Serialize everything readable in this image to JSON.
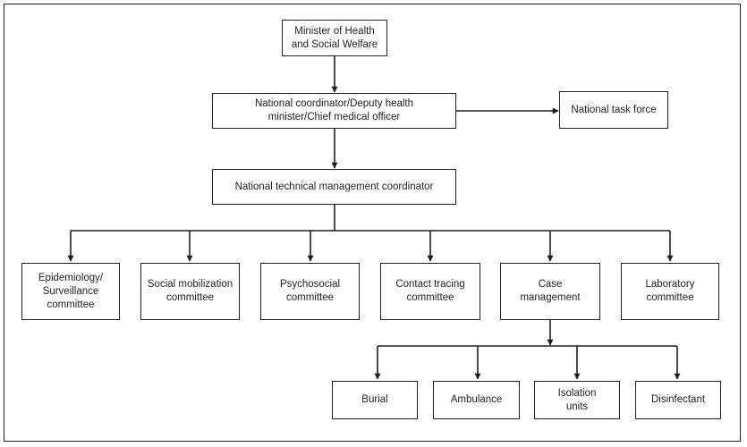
{
  "colors": {
    "line": "#231f20",
    "box_fill": "#ffffff",
    "background": "#ffffff"
  },
  "boxes": {
    "minister": "Minister of Health\nand Social Welfare",
    "national_coordinator": "National coordinator/Deputy health\nminister/Chief medical officer",
    "task_force": "National task force",
    "technical_coordinator": "National technical management coordinator",
    "committees": [
      "Epidemiology/\nSurveillance\ncommittee",
      "Social mobilization\ncommittee",
      "Psychosocial\ncommittee",
      "Contact tracing\ncommittee",
      "Case\nmanagement",
      "Laboratory\ncommittee"
    ],
    "case_units": [
      "Burial",
      "Ambulance",
      "Isolation\nunits",
      "Disinfectant"
    ]
  }
}
